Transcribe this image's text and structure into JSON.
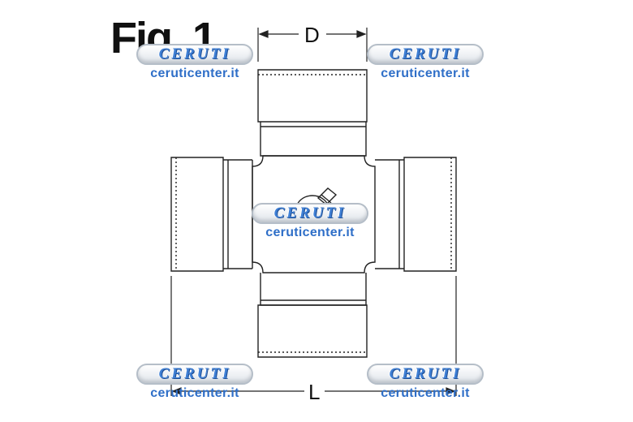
{
  "figure": {
    "title": "Fig. 1",
    "dimension_labels": {
      "diameter": "D",
      "length": "L"
    }
  },
  "watermark": {
    "brand": "CERUTI",
    "url": "ceruticenter.it"
  },
  "colors": {
    "line": "#222222",
    "watermark_blue": "#3f7fd4",
    "watermark_frame": "#b5bec8"
  }
}
